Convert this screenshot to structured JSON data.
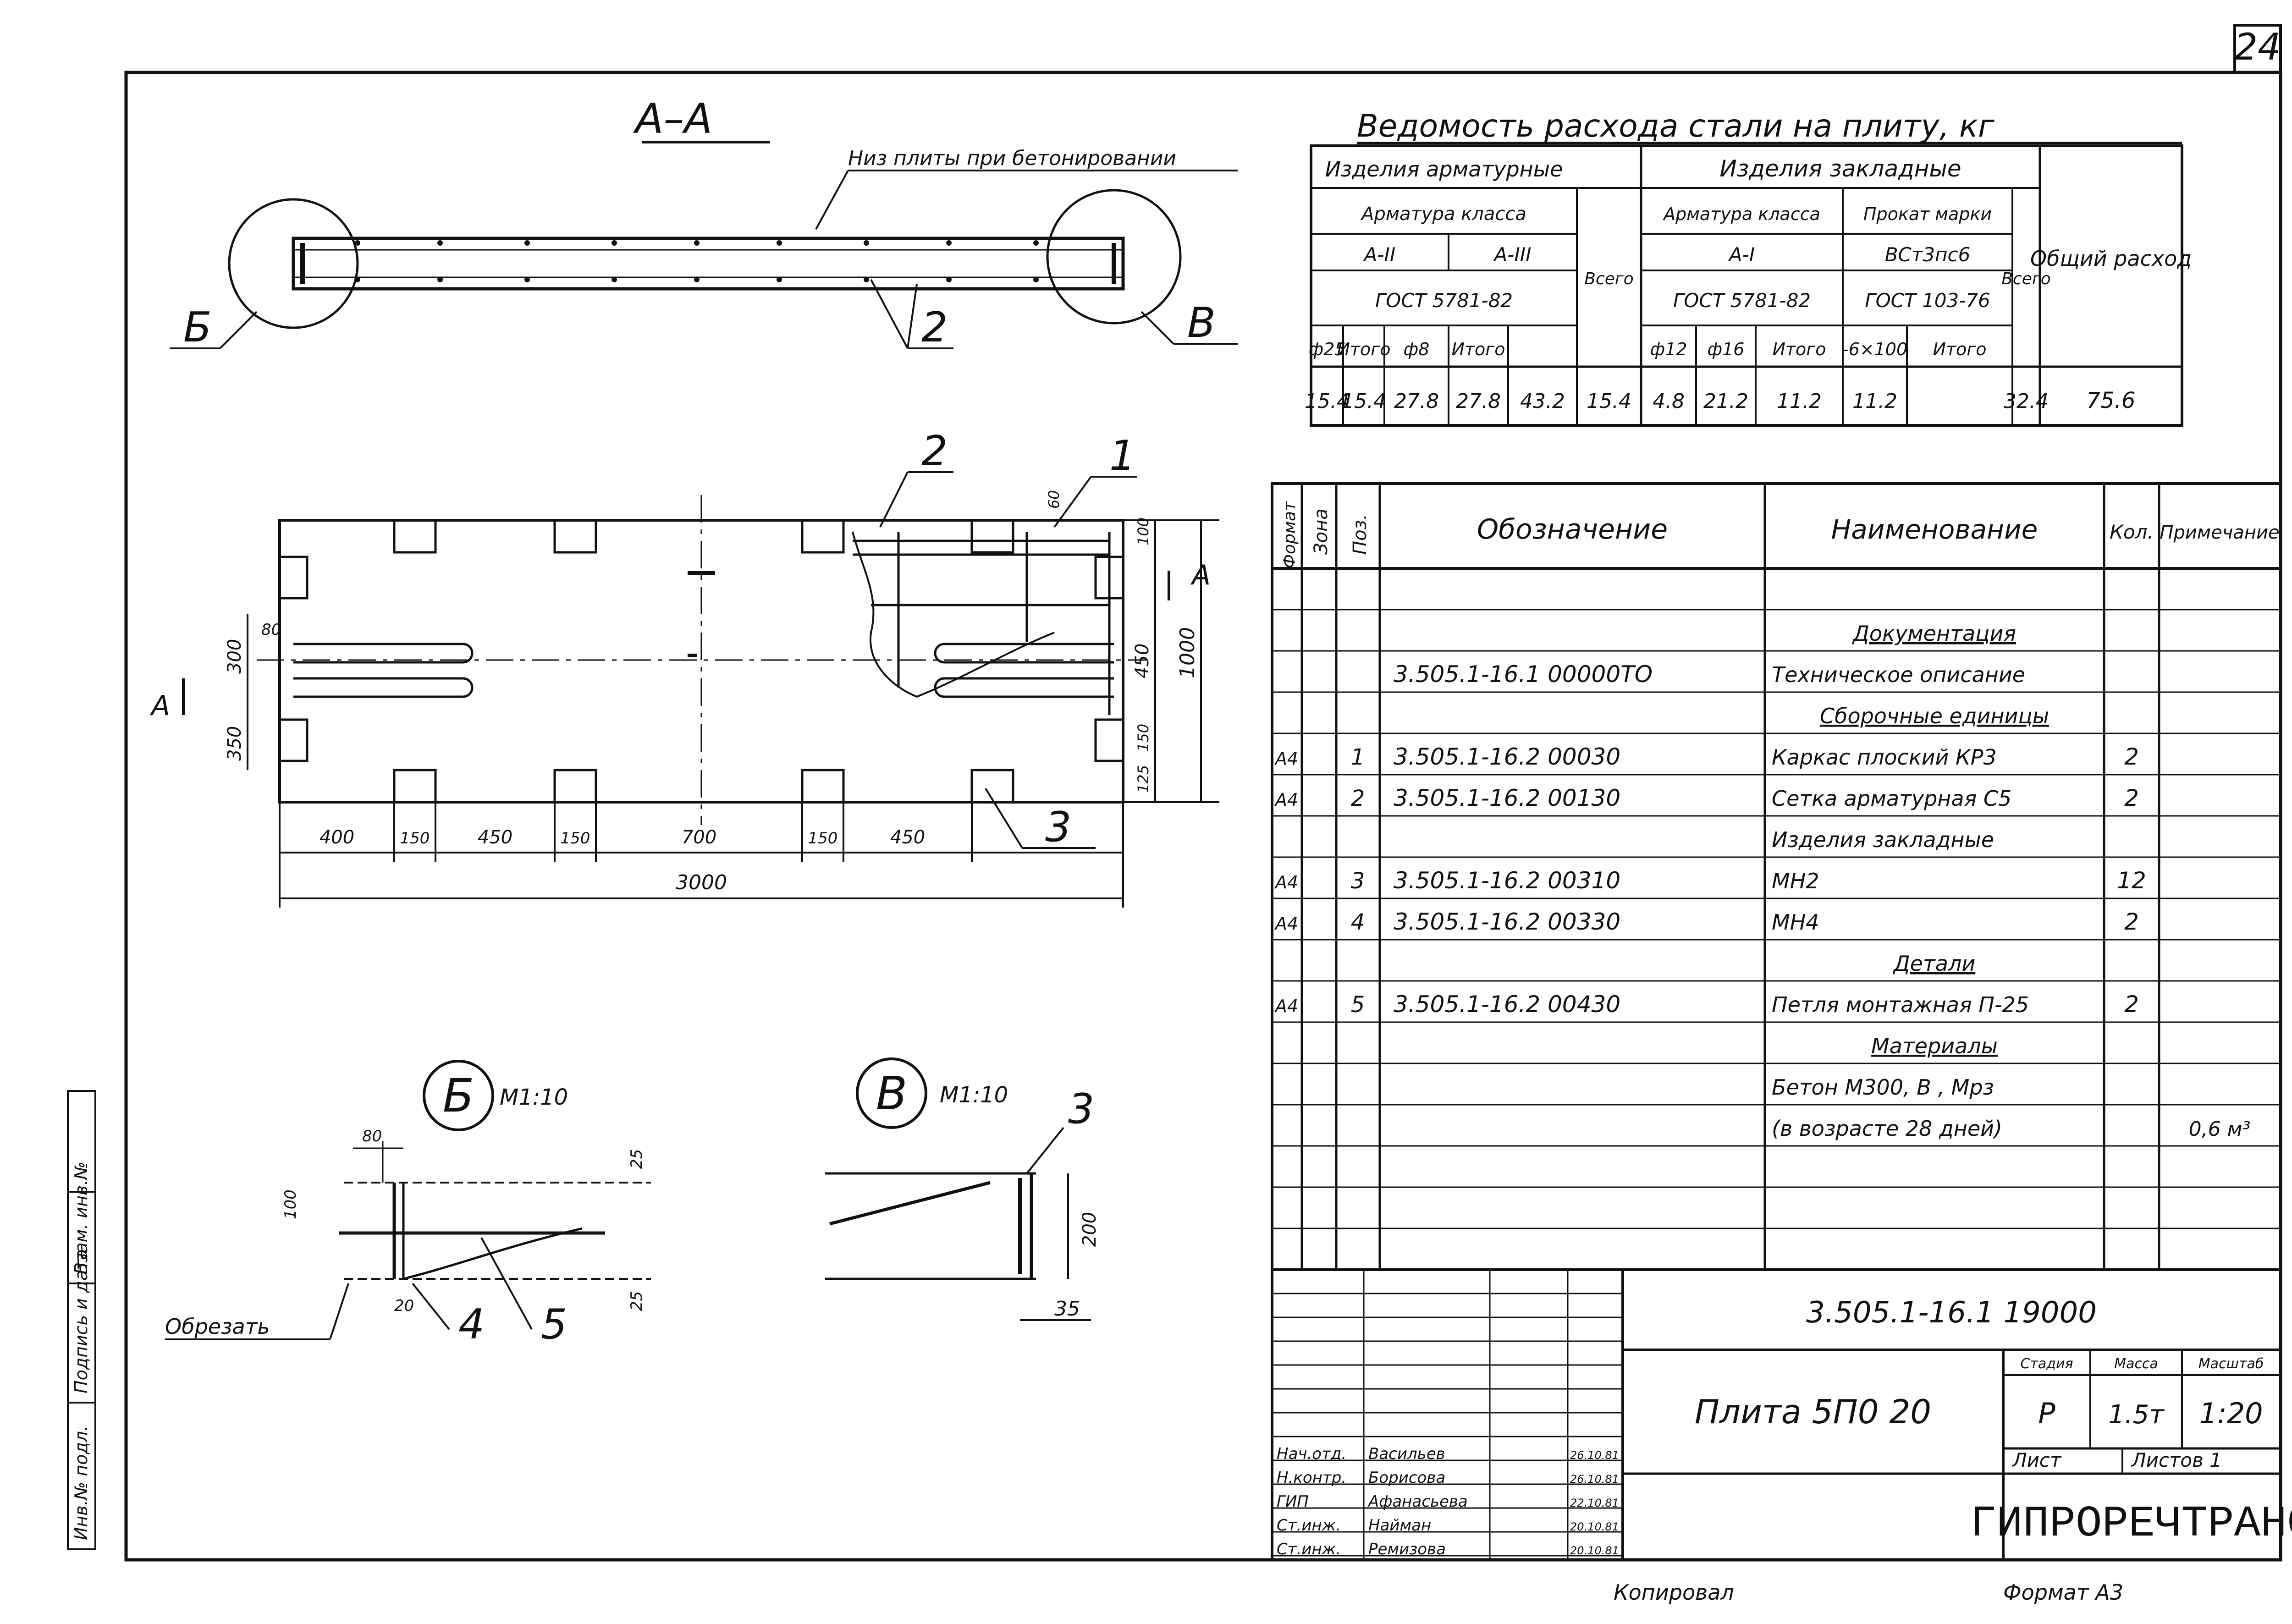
{
  "sheet_number": "24",
  "section": {
    "title": "А–А",
    "note": "Низ плиты при бетонировании",
    "callout_b": "Б",
    "callout_v": "В",
    "pos_2": "2"
  },
  "plan": {
    "pos_1": "1",
    "pos_2": "2",
    "pos_3": "3",
    "section_mark": "А",
    "dims_bottom": [
      "400",
      "150",
      "450",
      "150",
      "700",
      "150",
      "450"
    ],
    "dim_total": "3000",
    "dims_left": [
      "80",
      "300",
      "350"
    ],
    "dims_right": [
      "60",
      "100",
      "450",
      "150",
      "125"
    ],
    "dim_height": "1000"
  },
  "node_b": {
    "letter": "Б",
    "scale": "М1:10",
    "dims": [
      "80",
      "100",
      "25",
      "25",
      "20"
    ],
    "cut_label": "Обрезать",
    "pos_4": "4",
    "pos_5": "5"
  },
  "node_v": {
    "letter": "В",
    "scale": "М1:10",
    "dims": [
      "200",
      "35"
    ],
    "pos_3": "3"
  },
  "steel_table": {
    "title": "Ведомость расхода стали на плиту, кг",
    "group_1": "Изделия арматурные",
    "group_2": "Изделия закладные",
    "subgroup_1": "Арматура класса",
    "subgroup_2": "Арматура класса",
    "subgroup_3": "Прокат марки",
    "class_a2": "А-II",
    "class_a3": "А-III",
    "class_a1": "А-I",
    "steel_grade": "ВСт3пс6",
    "gost_1": "ГОСТ 5781-82",
    "gost_2": "ГОСТ 5781-82",
    "gost_3": "ГОСТ 103-76",
    "total_label": "Всего",
    "overall_label": "Общий расход",
    "sub_headers": [
      "ф25",
      "Итого",
      "ф8",
      "Итого",
      "ф12",
      "ф16",
      "Итого",
      "-6×100",
      "Итого"
    ],
    "values": [
      "15.4",
      "15.4",
      "27.8",
      "27.8",
      "43.2",
      "15.4",
      "4.8",
      "21.2",
      "11.2",
      "11.2",
      "32.4",
      "75.6"
    ]
  },
  "spec": {
    "headers": {
      "format": "Формат",
      "zone": "Зона",
      "pos": "Поз.",
      "designation": "Обозначение",
      "name": "Наименование",
      "qty": "Кол.",
      "note": "Примечание"
    },
    "rows": [
      {
        "format": "",
        "pos": "",
        "designation": "",
        "name": "Документация",
        "qty": "",
        "note": "",
        "heading": true
      },
      {
        "format": "",
        "pos": "",
        "designation": "3.505.1-16.1  00000ТО",
        "name": "Техническое описание",
        "qty": "",
        "note": ""
      },
      {
        "format": "",
        "pos": "",
        "designation": "",
        "name": "Сборочные единицы",
        "qty": "",
        "note": "",
        "heading": true
      },
      {
        "format": "А4",
        "pos": "1",
        "designation": "3.505.1-16.2  00030",
        "name": "Каркас плоский КР3",
        "qty": "2",
        "note": ""
      },
      {
        "format": "А4",
        "pos": "2",
        "designation": "3.505.1-16.2  00130",
        "name": "Сетка арматурная С5",
        "qty": "2",
        "note": ""
      },
      {
        "format": "",
        "pos": "",
        "designation": "",
        "name": "Изделия закладные",
        "qty": "",
        "note": ""
      },
      {
        "format": "А4",
        "pos": "3",
        "designation": "3.505.1-16.2  00310",
        "name": "МН2",
        "qty": "12",
        "note": ""
      },
      {
        "format": "А4",
        "pos": "4",
        "designation": "3.505.1-16.2  00330",
        "name": "МН4",
        "qty": "2",
        "note": ""
      },
      {
        "format": "",
        "pos": "",
        "designation": "",
        "name": "Детали",
        "qty": "",
        "note": "",
        "heading": true
      },
      {
        "format": "А4",
        "pos": "5",
        "designation": "3.505.1-16.2  00430",
        "name": "Петля монтажная П-25",
        "qty": "2",
        "note": ""
      },
      {
        "format": "",
        "pos": "",
        "designation": "",
        "name": "Материалы",
        "qty": "",
        "note": "",
        "heading": true
      },
      {
        "format": "",
        "pos": "",
        "designation": "",
        "name": "Бетон М300, В    , Мрз",
        "qty": "",
        "note": ""
      },
      {
        "format": "",
        "pos": "",
        "designation": "",
        "name": "(в возрасте 28 дней)",
        "qty": "",
        "note": "0,6 м³"
      }
    ]
  },
  "title_block": {
    "code": "3.505.1-16.1  19000",
    "title": "Плита 5П0 20",
    "stage_label": "Стадия",
    "mass_label": "Масса",
    "scale_label": "Масштаб",
    "stage": "Р",
    "mass": "1.5т",
    "scale": "1:20",
    "sheet_label": "Лист",
    "sheets_label": "Листов 1",
    "org": "ГИПРОРЕЧТРАНС",
    "signers": [
      {
        "role": "Нач.отд.",
        "name": "Васильев",
        "date": "26.10.81"
      },
      {
        "role": "Н.контр.",
        "name": "Борисова",
        "date": "26.10.81"
      },
      {
        "role": "ГИП",
        "name": "Афанасьева",
        "date": "22.10.81"
      },
      {
        "role": "Ст.инж.",
        "name": "Найман",
        "date": "20.10.81"
      },
      {
        "role": "Ст.инж.",
        "name": "Ремизова",
        "date": "20.10.81"
      }
    ],
    "copied": "Копировал",
    "format": "Формат А3"
  },
  "side_stamp": [
    "Инв.№ подл.",
    "Подпись и дата",
    "Взам. инв.№"
  ]
}
